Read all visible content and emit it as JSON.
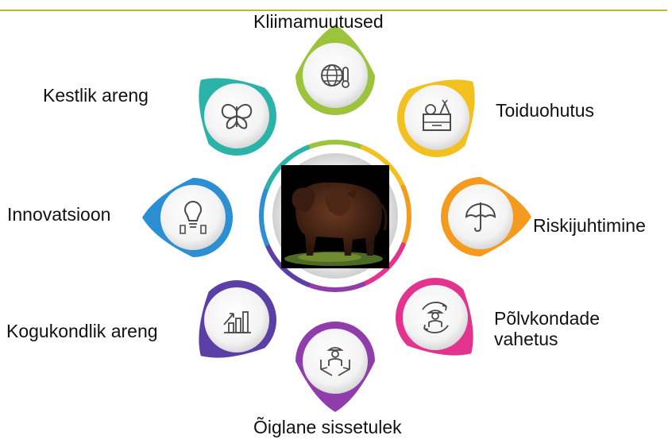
{
  "colors": {
    "top_line": "#c2b530",
    "climate": "#9bc33b",
    "food": "#f2c01f",
    "risk": "#f39a1f",
    "generations": "#e2338f",
    "income": "#8e3dab",
    "community": "#5a3fa6",
    "innovation": "#2c8fd4",
    "sustainable": "#2bb3a9",
    "icon_stroke": "#4a4a4a"
  },
  "nodes": {
    "climate": {
      "label": "Kliimamuutused",
      "icon": "globe-thermometer-icon"
    },
    "food": {
      "label": "Toiduohutus",
      "icon": "produce-crate-icon"
    },
    "risk": {
      "label": "Riskijuhtimine",
      "icon": "umbrella-icon"
    },
    "generations": {
      "label_lines": [
        "Põlvkondade",
        "vahetus"
      ],
      "icon": "farmer-cycle-icon"
    },
    "income": {
      "label": "Õiglane sissetulek",
      "icon": "farmer-hands-icon"
    },
    "community": {
      "label": "Kogukondlik areng",
      "icon": "growth-chart-icon"
    },
    "innovation": {
      "label": "Innovatsioon",
      "icon": "lightbulb-icon"
    },
    "sustainable": {
      "label": "Kestlik areng",
      "icon": "butterfly-icon"
    }
  },
  "center": {
    "image": "cow-photo"
  }
}
